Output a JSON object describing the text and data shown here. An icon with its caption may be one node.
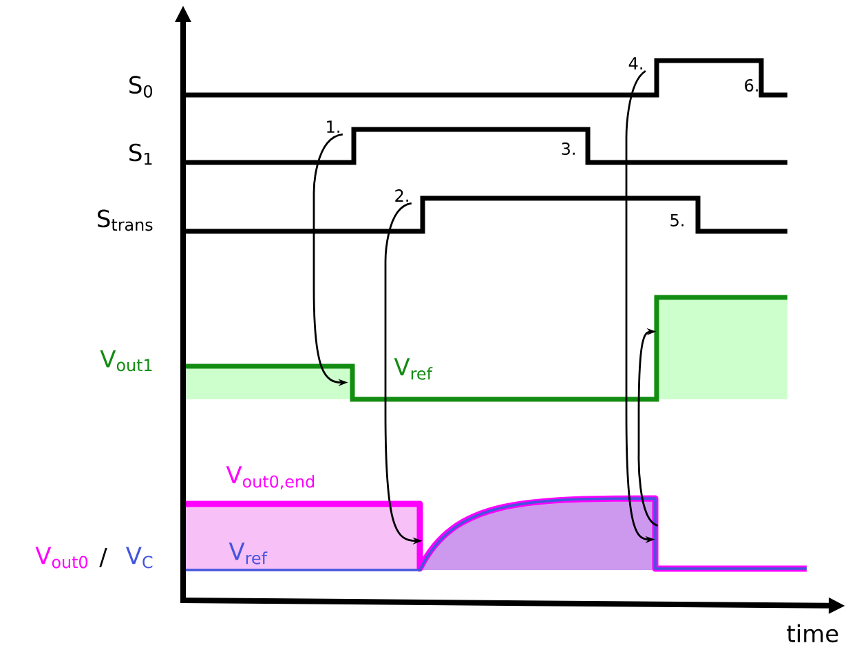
{
  "diagram": {
    "nodes": [
      {
        "text": [
          "1."
        ]
      },
      {
        "text": [
          "2."
        ]
      },
      {
        "text": [
          "4."
        ]
      },
      {
        "text": [],
        "shape": "picture"
      },
      {
        "text": [],
        "shape": "picture"
      }
    ],
    "edges": [
      {
        "from": 0,
        "to": 3,
        "arrow": "to"
      },
      {
        "from": 1,
        "to": 4,
        "arrow": "to"
      },
      {
        "from": 2,
        "to": 4,
        "arrow": "to"
      },
      {
        "from": 4,
        "to": 3,
        "arrow": "to"
      }
    ],
    "labels": [
      "S$_{0}$",
      "6.",
      "S$_{1}$",
      "3.",
      "S$_{trans}$",
      "5.",
      "V$_{out1}$",
      "V$_{ref}$",
      "V$_{out0,end}$",
      "V$_{out0}$",
      "/",
      "V$_{C}$",
      "V$_{ref}$",
      "time"
    ]
  }
}
